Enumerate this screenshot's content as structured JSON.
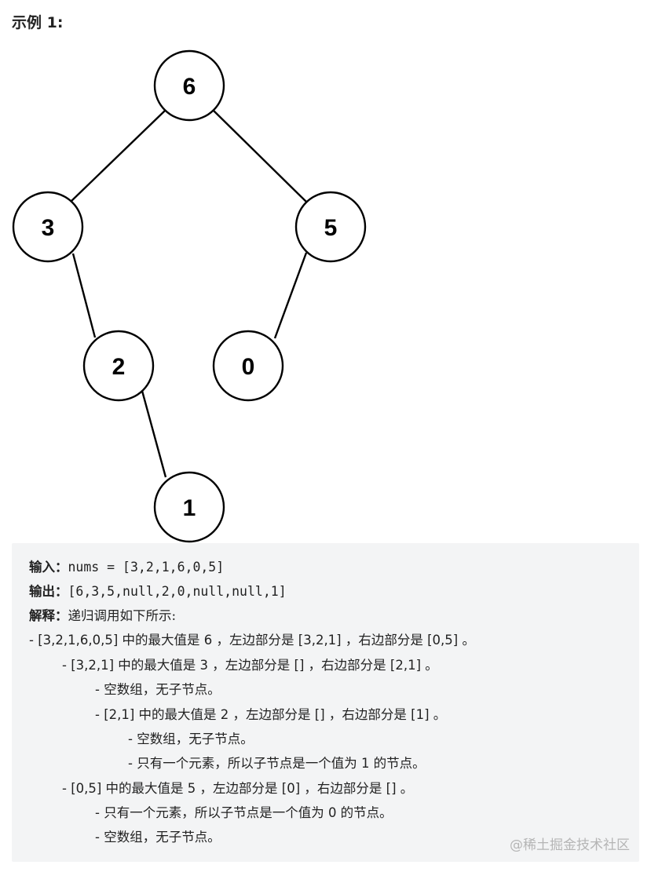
{
  "example": {
    "title": "示例 1:"
  },
  "tree": {
    "nodes": [
      {
        "id": "n6",
        "label": "6"
      },
      {
        "id": "n3",
        "label": "3"
      },
      {
        "id": "n5",
        "label": "5"
      },
      {
        "id": "n2",
        "label": "2"
      },
      {
        "id": "n0",
        "label": "0"
      },
      {
        "id": "n1",
        "label": "1"
      }
    ],
    "edges": [
      [
        "n6",
        "n3"
      ],
      [
        "n6",
        "n5"
      ],
      [
        "n3",
        "n2"
      ],
      [
        "n5",
        "n0"
      ],
      [
        "n2",
        "n1"
      ]
    ]
  },
  "code": {
    "input_label": "输入：",
    "input_value": "nums = [3,2,1,6,0,5]",
    "output_label": "输出：",
    "output_value": "[6,3,5,null,2,0,null,null,1]",
    "explain_label": "解释：",
    "explain_text": "递归调用如下所示:",
    "steps": [
      {
        "indent": 0,
        "text": "- [3,2,1,6,0,5] 中的最大值是 6 ，左边部分是 [3,2,1] ，右边部分是 [0,5] 。"
      },
      {
        "indent": 1,
        "text": "- [3,2,1] 中的最大值是 3 ，左边部分是 [] ，右边部分是 [2,1] 。"
      },
      {
        "indent": 2,
        "text": "- 空数组，无子节点。"
      },
      {
        "indent": 2,
        "text": "- [2,1] 中的最大值是 2 ，左边部分是 [] ，右边部分是 [1] 。"
      },
      {
        "indent": 3,
        "text": "- 空数组，无子节点。"
      },
      {
        "indent": 3,
        "text": "- 只有一个元素，所以子节点是一个值为 1 的节点。"
      },
      {
        "indent": 1,
        "text": "- [0,5] 中的最大值是 5 ，左边部分是 [0] ，右边部分是 [] 。"
      },
      {
        "indent": 2,
        "text": "- 只有一个元素，所以子节点是一个值为 0 的节点。"
      },
      {
        "indent": 2,
        "text": "- 空数组，无子节点。"
      }
    ]
  },
  "watermark": "@稀土掘金技术社区"
}
